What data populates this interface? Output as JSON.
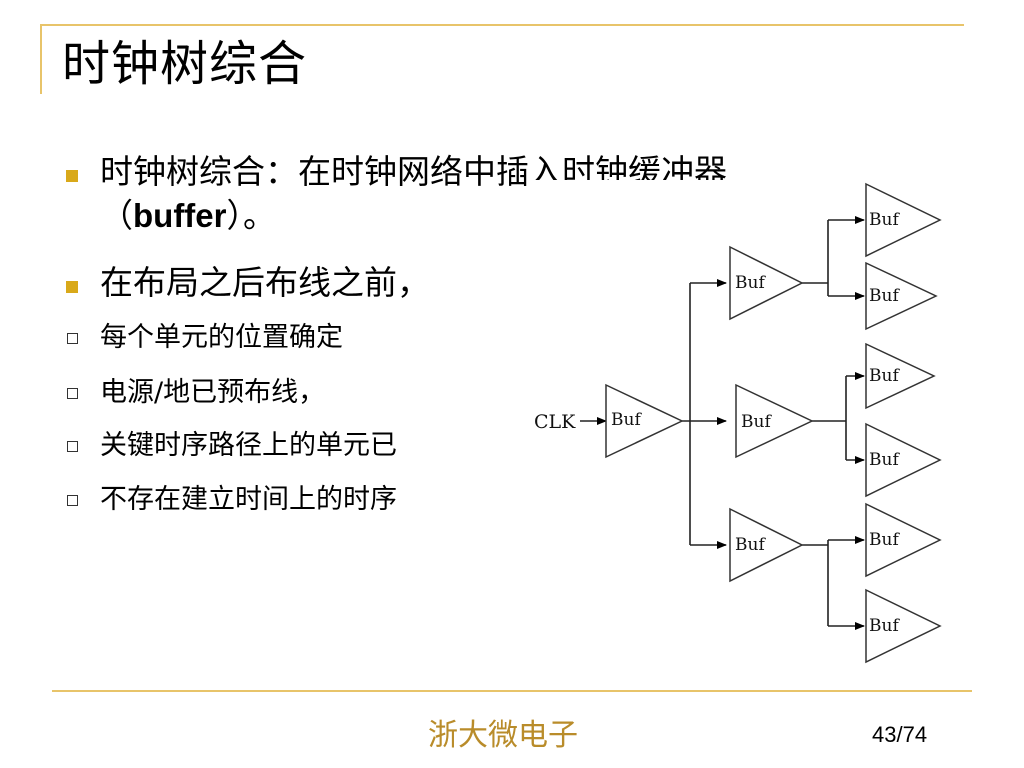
{
  "slide": {
    "title": "时钟树综合",
    "bullets": [
      {
        "text": "时钟树综合：在时钟网络中插入时钟缓冲器",
        "continuation_prefix": "（",
        "continuation_bold": "buffer",
        "continuation_suffix": "）。"
      },
      {
        "text": "在布局之后布线之前，"
      }
    ],
    "sub_bullets": [
      "每个单元的位置确定",
      "电源/地已预布线，",
      "关键时序路径上的单元已",
      "不存在建立时间上的时序"
    ],
    "diagram": {
      "input_label": "CLK",
      "buffer_label": "Buf"
    },
    "footer": {
      "organization": "浙大微电子",
      "page": "43/74"
    }
  },
  "colors": {
    "accent": "#e8c46a",
    "bullet": "#d9a91a",
    "footer_text": "#b98c2a"
  }
}
